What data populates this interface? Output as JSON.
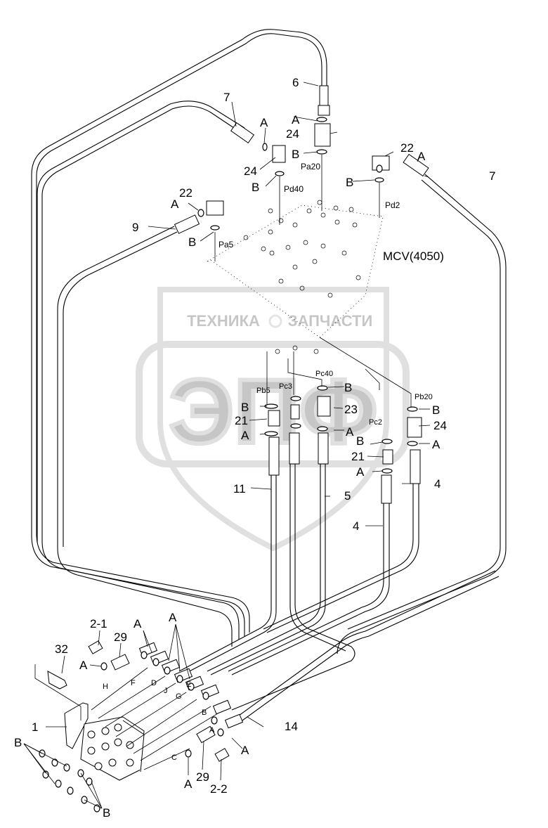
{
  "valve_label": "MCV(4050)",
  "watermark": {
    "top_left": "ТЕХНИКА",
    "top_right": "ЗАПЧАСТИ",
    "big": "ЭПФ"
  },
  "part_numbers": {
    "p1": "1",
    "p2_1": "2-1",
    "p2_2": "2-2",
    "p4a": "4",
    "p4b": "4",
    "p5": "5",
    "p6": "6",
    "p7a": "7",
    "p7b": "7",
    "p9": "9",
    "p11": "11",
    "p14": "14",
    "p21a": "21",
    "p21b": "21",
    "p22a": "22",
    "p22b": "22",
    "p23": "23",
    "p24a": "24",
    "p24b": "24",
    "p24c": "24",
    "p29a": "29",
    "p29b": "29",
    "p32": "32"
  },
  "ports": {
    "pa20": "Pa20",
    "pd40": "Pd40",
    "pd2": "Pd2",
    "pa5": "Pa5",
    "pb5": "Pb5",
    "pc3": "Pc3",
    "pc40": "Pc40",
    "pc2": "Pc2",
    "pb20": "Pb20"
  },
  "seal_letters": {
    "a": "A",
    "b": "B"
  },
  "block_letters": [
    "F",
    "D",
    "J",
    "G",
    "E",
    "B",
    "C",
    "H",
    "A"
  ]
}
